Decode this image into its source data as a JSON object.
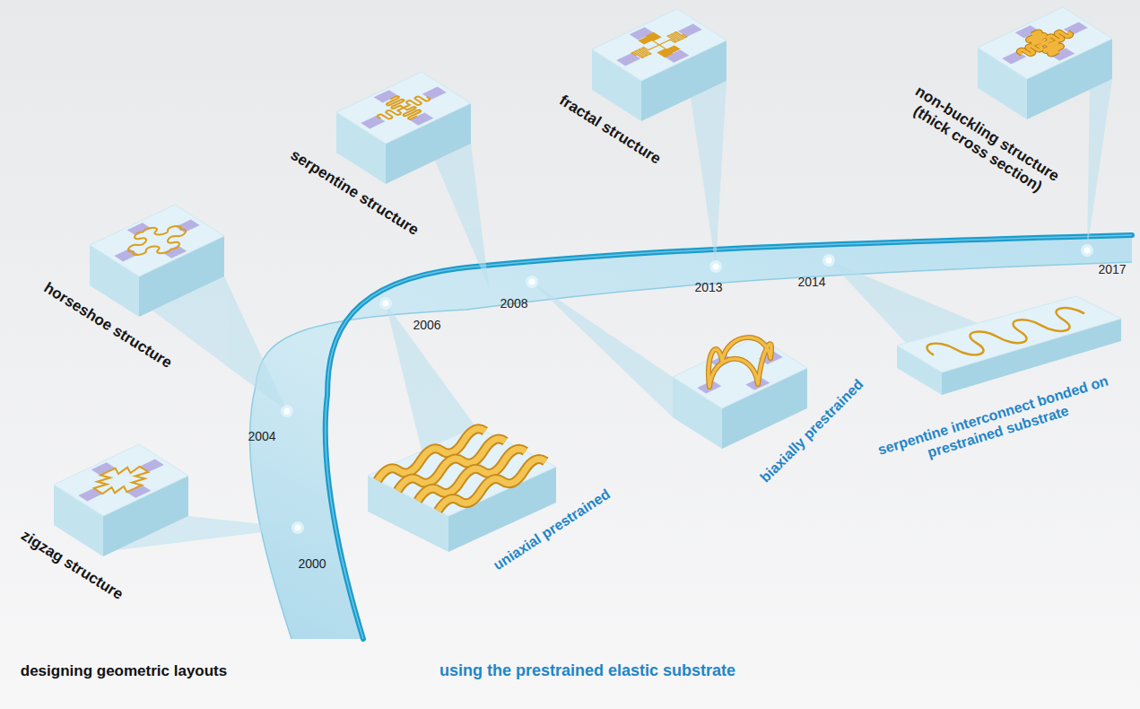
{
  "diagram": {
    "labels": [
      "zigzag structure",
      "2000",
      "horseshoe structure",
      "2004",
      "2006",
      "uniaxial prestrained",
      "serpentine structure",
      "2008",
      "biaxially prestrained",
      "fractal structure",
      "2013",
      "2014",
      "serpentine interconnect bonded on prestrained substrate",
      "non-buckling structure (thick cross section)",
      "2017",
      "designing geometric layouts",
      "using the prestrained elastic substrate"
    ]
  }
}
